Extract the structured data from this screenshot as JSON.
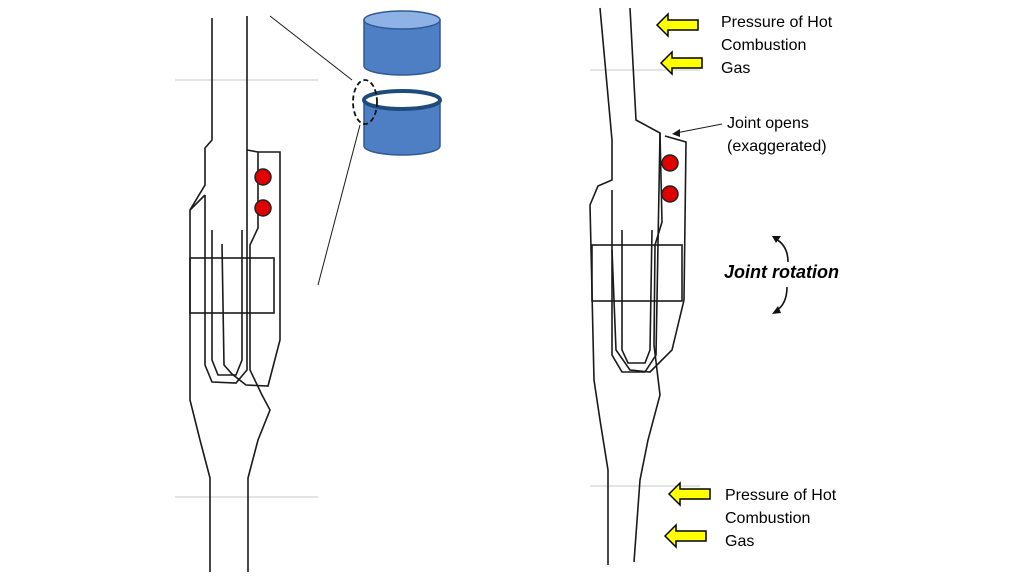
{
  "labels": {
    "pressure_top": "Pressure of Hot\nCombustion\nGas",
    "joint_opens": "Joint opens\n(exaggerated)",
    "joint_rotation": "Joint rotation",
    "pressure_bottom": "Pressure of Hot\nCombustion\nGas"
  },
  "colors": {
    "line": "#1a1a1a",
    "frame_line": "#c8c8c8",
    "o_ring_fill": "#e00000",
    "o_ring_stroke": "#222222",
    "arrow_fill": "#ffff00",
    "arrow_stroke": "#000000",
    "cylinder_side": "#4e7fc4",
    "cylinder_top": "#8fb2e6",
    "cylinder_edge": "#2f5a94",
    "cylinder_rim": "#1f4a7c"
  },
  "icons": {
    "pressure_arrow": "arrow-left-icon",
    "rotation_arrow": "curved-arrows-icon"
  }
}
